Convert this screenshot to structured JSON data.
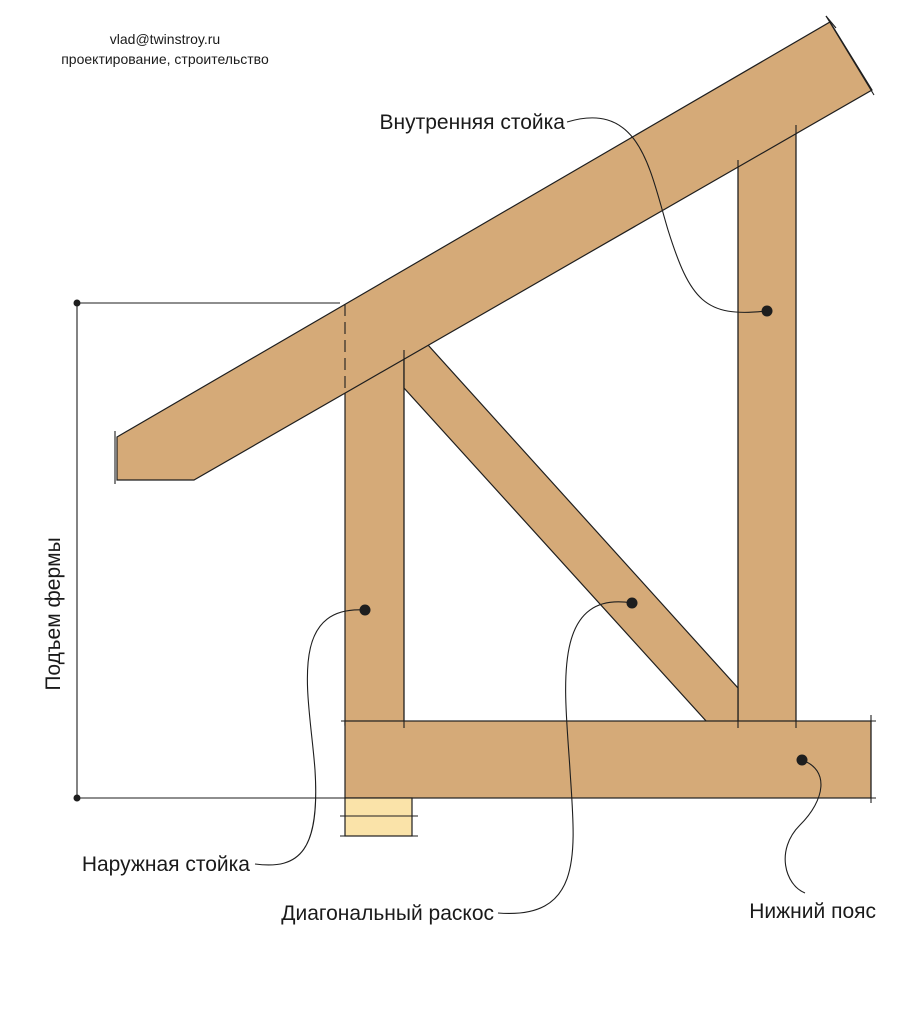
{
  "header": {
    "email": "vlad@twinstroy.ru",
    "tagline": "проектирование, строительство"
  },
  "labels": {
    "inner_post": "Внутренняя стойка",
    "outer_post": "Наружная стойка",
    "diagonal_brace": "Диагональный раскос",
    "bottom_chord": "Нижний пояс",
    "truss_rise": "Подъем фермы"
  },
  "colors": {
    "wood": "#d5aa78",
    "support": "#fae3a9",
    "line": "#1e1e1e"
  }
}
